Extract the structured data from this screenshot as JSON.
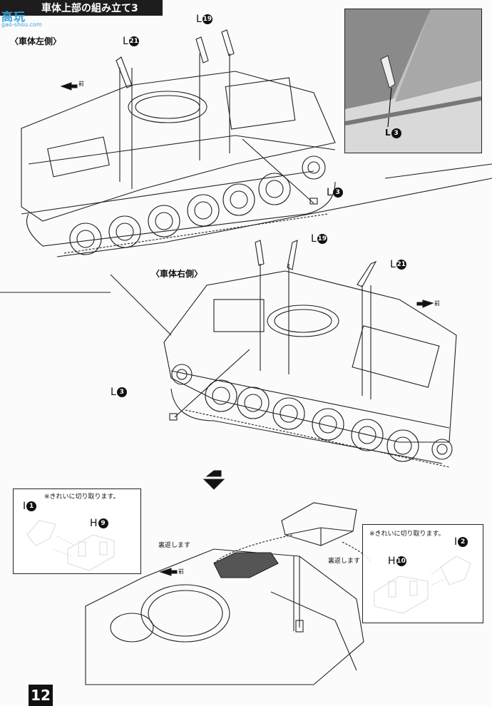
{
  "header": {
    "title": "車体上部の組み立て3",
    "watermark": "高玩",
    "watermark_url": "gao-shou.com"
  },
  "section_left": {
    "title": "〈車体左側〉",
    "direction": "前"
  },
  "section_right": {
    "title": "〈車体右側〉",
    "direction": "前"
  },
  "parts": {
    "L": "L",
    "H": "H",
    "I": "I",
    "n19": "19",
    "n21": "21",
    "n3": "3",
    "n1": "1",
    "n9": "9",
    "n2": "2",
    "n10": "10"
  },
  "bottom": {
    "note_left": "※きれいに切り取ります。",
    "note_right": "※きれいに切り取ります。",
    "flip_left": "裏返します",
    "flip_right": "裏返します",
    "direction": "前"
  },
  "page_number": "12"
}
